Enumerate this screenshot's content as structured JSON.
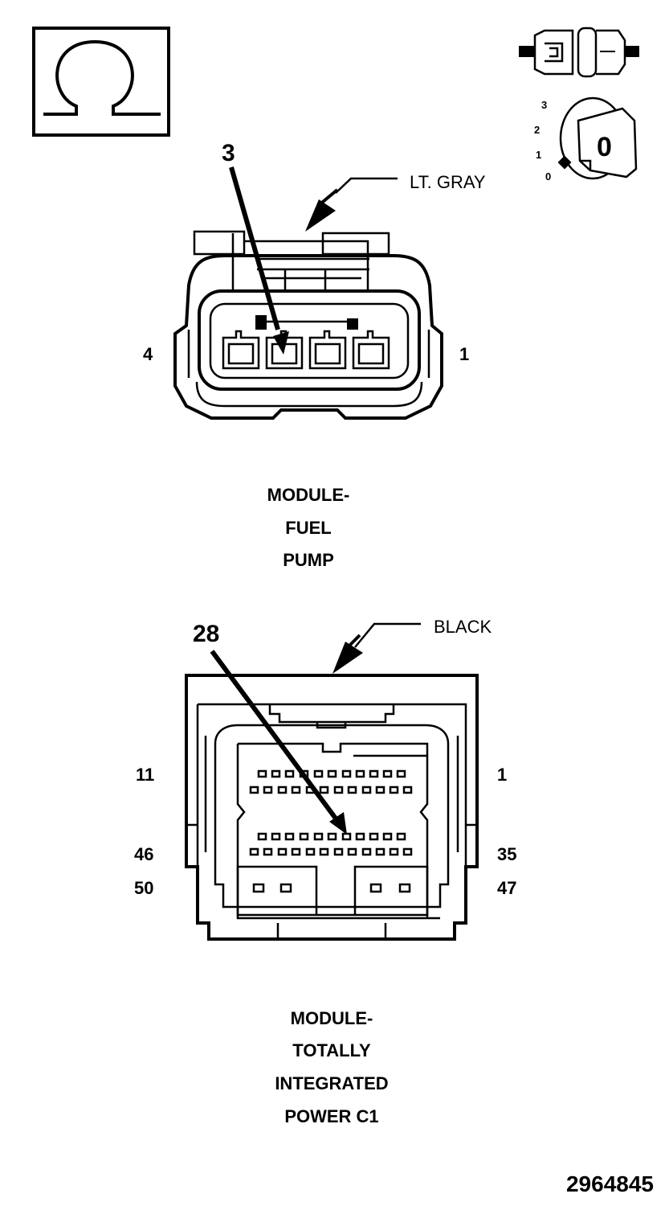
{
  "symbols": {
    "ohm_icon": "ohmmeter-omega-icon",
    "connector_icon": "disconnected-connector-icon",
    "ignition_icon": "ignition-key-switch-icon",
    "ignition_positions": [
      "3",
      "2",
      "1",
      "0"
    ],
    "ignition_key_label": "0"
  },
  "fuel_pump_connector": {
    "wire_color": "LT. GRAY",
    "callout_pin": "3",
    "left_pin": "4",
    "right_pin": "1",
    "title_lines": [
      "MODULE-",
      "FUEL",
      "PUMP"
    ]
  },
  "tipm_connector": {
    "wire_color": "BLACK",
    "callout_pin": "28",
    "row1_left": "11",
    "row1_right": "1",
    "row3_left": "46",
    "row3_right": "35",
    "row4_left": "50",
    "row4_right": "47",
    "title_lines": [
      "MODULE-",
      "TOTALLY",
      "INTEGRATED",
      "POWER C1"
    ]
  },
  "figure_number": "2964845",
  "colors": {
    "ink": "#000000",
    "paper": "#ffffff"
  }
}
